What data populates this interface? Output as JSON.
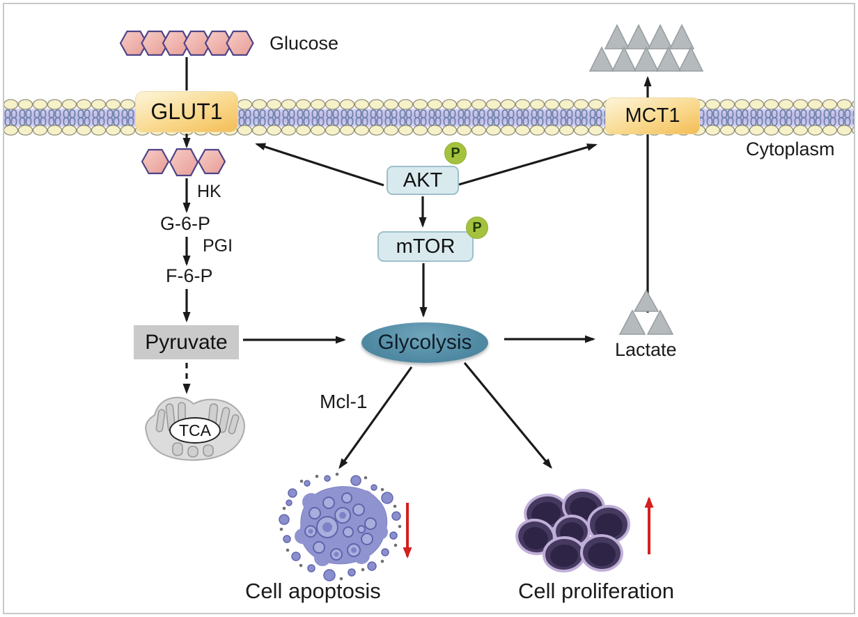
{
  "figure": {
    "type": "signaling-pathway-diagram",
    "compartments": {
      "cytoplasm_label": "Cytoplasm"
    },
    "molecules": {
      "glucose": "Glucose",
      "glut1": "GLUT1",
      "mct1": "MCT1",
      "akt": "AKT",
      "mtor": "mTOR",
      "phospho_badge": "P",
      "hk": "HK",
      "g6p": "G-6-P",
      "pgi": "PGI",
      "f6p": "F-6-P",
      "pyruvate": "Pyruvate",
      "tca": "TCA",
      "glycolysis": "Glycolysis",
      "mcl1": "Mcl-1",
      "lactate": "Lactate"
    },
    "outcomes": {
      "apoptosis": "Cell apoptosis",
      "proliferation": "Cell proliferation"
    },
    "edges": [
      {
        "from": "Glucose",
        "to": "GLUT1",
        "style": "solid"
      },
      {
        "from": "GLUT1",
        "to": "intracellular glucose",
        "style": "solid"
      },
      {
        "from": "intracellular glucose",
        "to": "G-6-P",
        "label": "HK",
        "style": "solid"
      },
      {
        "from": "G-6-P",
        "to": "F-6-P",
        "label": "PGI",
        "style": "solid"
      },
      {
        "from": "F-6-P",
        "to": "Pyruvate",
        "style": "solid"
      },
      {
        "from": "Pyruvate",
        "to": "TCA (mitochondria)",
        "style": "dashed"
      },
      {
        "from": "Pyruvate",
        "to": "Glycolysis",
        "style": "solid"
      },
      {
        "from": "AKT",
        "to": "GLUT1",
        "style": "solid"
      },
      {
        "from": "AKT",
        "to": "MCT1",
        "style": "solid"
      },
      {
        "from": "AKT",
        "to": "mTOR",
        "style": "solid"
      },
      {
        "from": "mTOR",
        "to": "Glycolysis",
        "style": "solid"
      },
      {
        "from": "Glycolysis",
        "to": "Lactate",
        "style": "solid"
      },
      {
        "from": "Lactate",
        "to": "extracellular (via MCT1)",
        "style": "solid"
      },
      {
        "from": "Glycolysis",
        "to": "Cell apoptosis",
        "label": "Mcl-1",
        "effect": "decrease"
      },
      {
        "from": "Glycolysis",
        "to": "Cell proliferation",
        "effect": "increase"
      }
    ],
    "colors": {
      "transporter_box": "#f5c25e",
      "kinase_box": "#d9eaee",
      "phospho_green": "#a5c23e",
      "glycolysis_teal": "#518aa3",
      "hexagon_pink": "#efb6b0",
      "membrane_band": "#c7c3ea",
      "membrane_head": "#f7f1c9",
      "triangle_gray": "#b5babd",
      "pyruvate_gray": "#cacaca",
      "arrow_black": "#1a1a1a",
      "arrow_red": "#d32020"
    }
  }
}
